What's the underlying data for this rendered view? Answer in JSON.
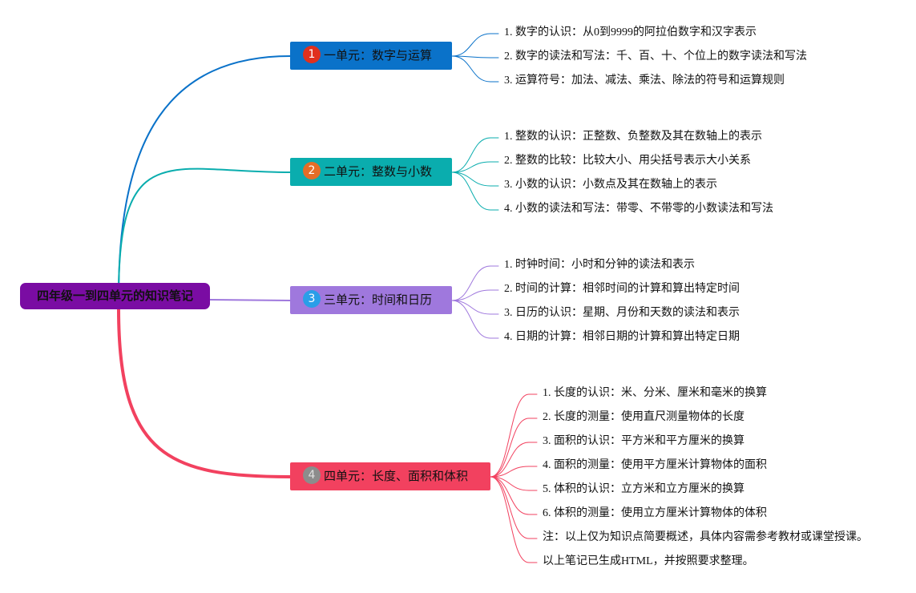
{
  "root": {
    "title": "四年级一到四单元的知识笔记",
    "color": "#7a0ca3"
  },
  "units": [
    {
      "num": "1",
      "title": "一单元：数字与运算",
      "color": "#0a72c9",
      "badge_color": "#e0301e",
      "badge_text_color": "#ffffff",
      "items": [
        "1. 数字的认识：从0到9999的阿拉伯数字和汉字表示",
        "2. 数字的读法和写法：千、百、十、个位上的数字读法和写法",
        "3. 运算符号：加法、减法、乘法、除法的符号和运算规则"
      ]
    },
    {
      "num": "2",
      "title": "二单元：整数与小数",
      "color": "#0aadae",
      "badge_color": "#e56d27",
      "badge_text_color": "#ffffff",
      "items": [
        "1. 整数的认识：正整数、负整数及其在数轴上的表示",
        "2. 整数的比较：比较大小、用尖括号表示大小关系",
        "3. 小数的认识：小数点及其在数轴上的表示",
        "4. 小数的读法和写法：带零、不带零的小数读法和写法"
      ]
    },
    {
      "num": "3",
      "title": "三单元：时间和日历",
      "color": "#9f78dd",
      "badge_color": "#2a9ee8",
      "badge_text_color": "#ffffff",
      "items": [
        "1. 时钟时间：小时和分钟的读法和表示",
        "2. 时间的计算：相邻时间的计算和算出特定时间",
        "3. 日历的认识：星期、月份和天数的读法和表示",
        "4. 日期的计算：相邻日期的计算和算出特定日期"
      ]
    },
    {
      "num": "4",
      "title": "四单元：长度、面积和体积",
      "color": "#f2415f",
      "badge_color": "#8c8c8c",
      "badge_text_color": "#e0e0e0",
      "items": [
        "1. 长度的认识：米、分米、厘米和毫米的换算",
        "2. 长度的测量：使用直尺测量物体的长度",
        "3. 面积的认识：平方米和平方厘米的换算",
        "4. 面积的测量：使用平方厘米计算物体的面积",
        "5. 体积的认识：立方米和立方厘米的换算",
        "6. 体积的测量：使用立方厘米计算物体的体积",
        "注：以上仅为知识点简要概述，具体内容需参考教材或课堂授课。",
        "以上笔记已生成HTML，并按照要求整理。"
      ]
    }
  ]
}
